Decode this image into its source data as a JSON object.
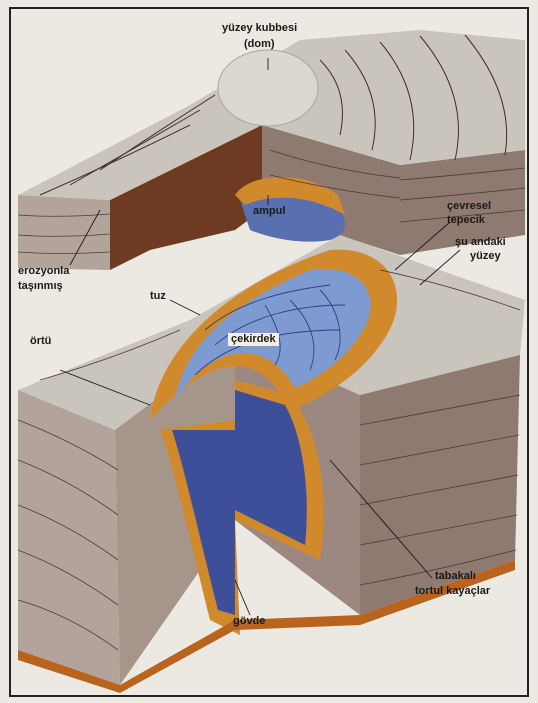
{
  "labels": {
    "yuzey_kubbesi": "yüzey kubbesi",
    "dom": "(dom)",
    "ampul": "ampul",
    "cevresel": "çevresel",
    "tepecik": "tepecik",
    "su_andaki": "şu andaki",
    "yuzey": "yüzey",
    "erozyonla": "erozyonla",
    "tasinmis": "taşınmış",
    "tuz": "tuz",
    "ortu": "örtü",
    "cekirdek": "çekirdek",
    "tabakali": "tabakalı",
    "tortul_kayaclar": "tortul kayaçlar",
    "govde": "gövde"
  },
  "colors": {
    "page": "#ece9e3",
    "frame": "#222222",
    "rock_top": "#c9c5bd",
    "rock_side": "#8e7a70",
    "rock_front": "#b3a49b",
    "cavity": "#6e3a22",
    "cap_orange": "#d08a2c",
    "salt_blue": "#7d9bd0",
    "salt_deep": "#3e4f9a",
    "strata": "#4a3c3a"
  }
}
